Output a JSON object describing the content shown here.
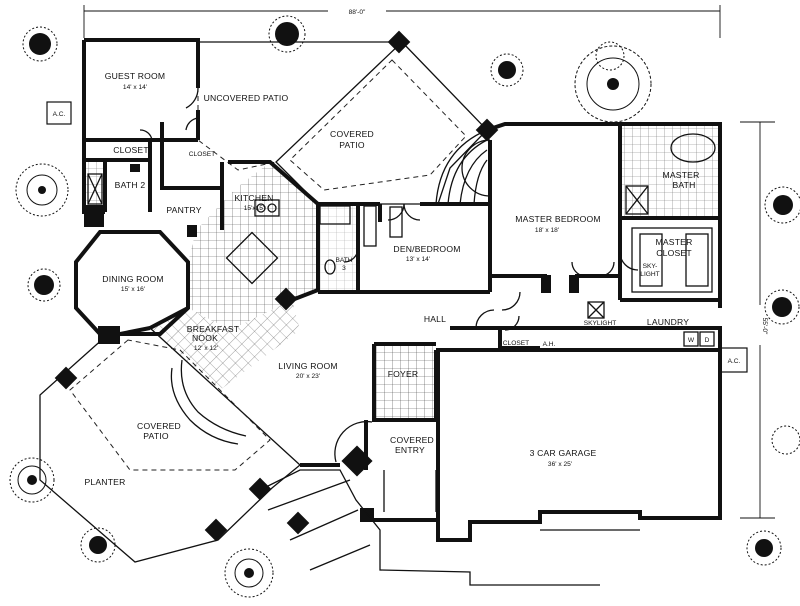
{
  "dimensions": {
    "width": "88'-0\"",
    "depth": "55'-0\""
  },
  "rooms": {
    "guest_room": {
      "name": "GUEST ROOM",
      "size": "14' x 14'"
    },
    "uncovered_patio": {
      "name": "UNCOVERED PATIO"
    },
    "covered_patio_top": {
      "name": "COVERED",
      "name2": "PATIO"
    },
    "closet_guest": {
      "name": "CLOSET"
    },
    "closet_small": {
      "name": "CLOSET"
    },
    "bath2": {
      "name": "BATH 2"
    },
    "pantry": {
      "name": "PANTRY"
    },
    "kitchen": {
      "name": "KITCHEN",
      "size": "15'x15'"
    },
    "dining": {
      "name": "DINING ROOM",
      "size": "15' x 16'"
    },
    "bath3": {
      "name": "BATH",
      "name2": "3"
    },
    "den": {
      "name": "DEN/BEDROOM",
      "size": "13' x 14'"
    },
    "master_bedroom": {
      "name": "MASTER BEDROOM",
      "size": "18' x 18'"
    },
    "master_bath": {
      "name": "MASTER",
      "name2": "BATH"
    },
    "master_closet": {
      "name": "MASTER",
      "name2": "CLOSET"
    },
    "skylight_closet": {
      "name": "SKY-",
      "name2": "LIGHT"
    },
    "skylight_hall": {
      "name": "SKYLIGHT"
    },
    "laundry": {
      "name": "LAUNDRY",
      "w": "W",
      "d": "D"
    },
    "hall": {
      "name": "HALL"
    },
    "closet_hall": {
      "name": "CLOSET"
    },
    "ah": {
      "name": "A.H."
    },
    "breakfast": {
      "name": "BREAKFAST",
      "name2": "NOOK",
      "size": "12' x 12'"
    },
    "living": {
      "name": "LIVING ROOM",
      "size": "20' x 23'"
    },
    "foyer": {
      "name": "FOYER"
    },
    "covered_patio_left": {
      "name": "COVERED",
      "name2": "PATIO"
    },
    "planter": {
      "name": "PLANTER"
    },
    "covered_entry": {
      "name": "COVERED",
      "name2": "ENTRY"
    },
    "garage": {
      "name": "3 CAR GARAGE",
      "size": "36' x 25'"
    }
  },
  "equipment": {
    "ac_left": {
      "label": "A.C."
    },
    "ac_right": {
      "label": "A.C."
    }
  }
}
